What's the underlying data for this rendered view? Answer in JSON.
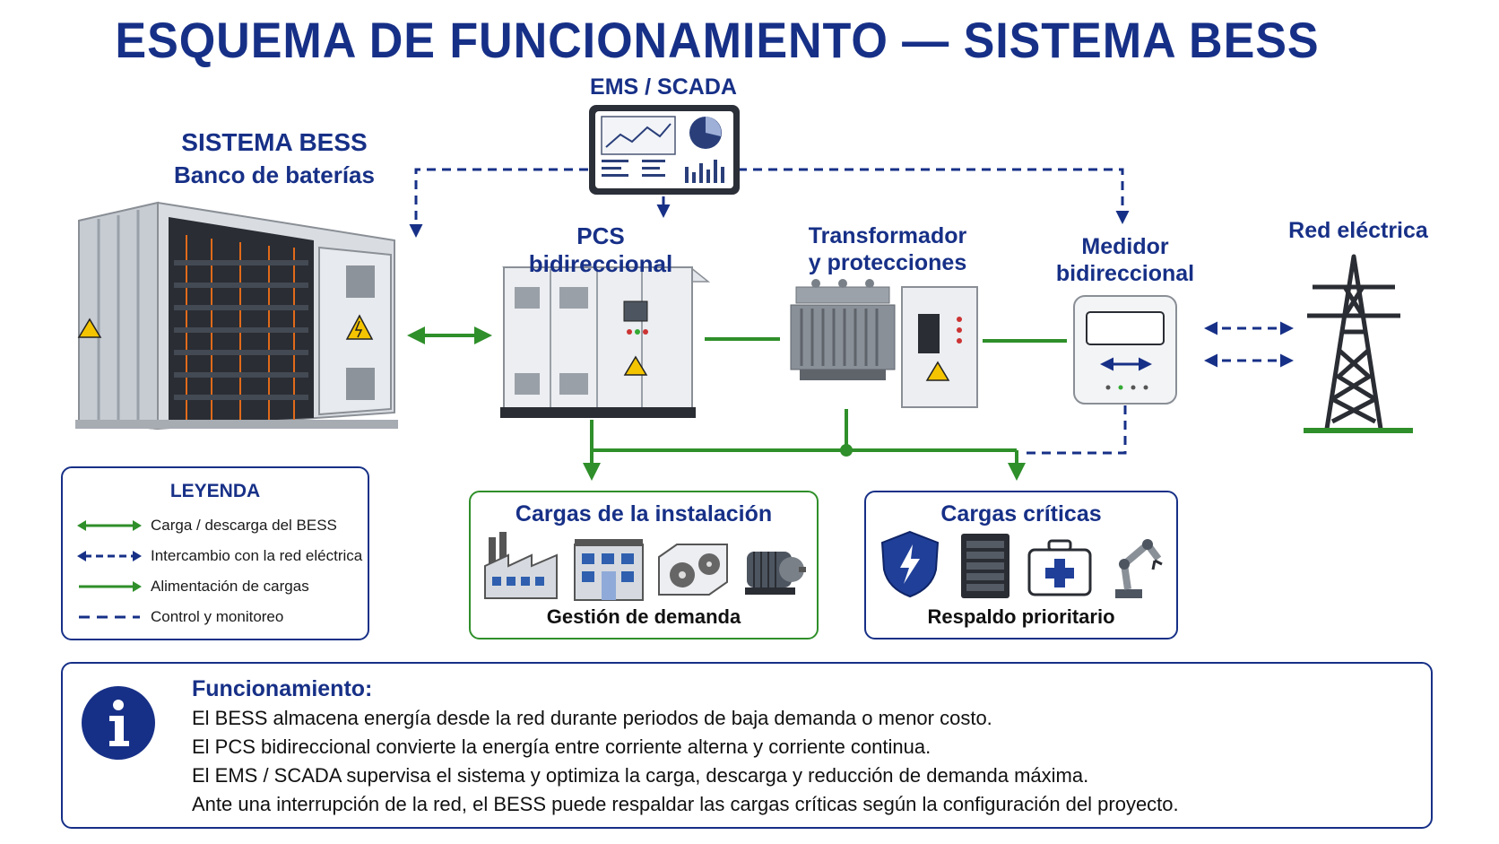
{
  "title": "ESQUEMA DE FUNCIONAMIENTO — SISTEMA BESS",
  "ems": {
    "label": "EMS / SCADA"
  },
  "bess": {
    "title": "SISTEMA BESS",
    "subtitle": "Banco de baterías"
  },
  "pcs": {
    "label": "PCS bidireccional"
  },
  "transformer": {
    "label_line1": "Transformador",
    "label_line2": "y protecciones"
  },
  "meter": {
    "label_line1": "Medidor",
    "label_line2": "bidireccional"
  },
  "grid": {
    "label": "Red eléctrica"
  },
  "legend": {
    "title": "LEYENDA",
    "items": [
      {
        "label": "Carga / descarga del BESS",
        "style": "green-double-arrow"
      },
      {
        "label": "Intercambio con la red eléctrica",
        "style": "blue-dashed-double-arrow"
      },
      {
        "label": "Alimentación de cargas",
        "style": "green-arrow"
      },
      {
        "label": "Control y monitoreo",
        "style": "blue-dashed-line"
      }
    ]
  },
  "loads": {
    "title": "Cargas de la instalación",
    "footer": "Gestión de demanda",
    "icons": [
      "factory-icon",
      "building-icon",
      "hvac-icon",
      "motor-icon"
    ]
  },
  "critical": {
    "title": "Cargas críticas",
    "footer": "Respaldo prioritario",
    "icons": [
      "shield-bolt-icon",
      "server-rack-icon",
      "medical-kit-icon",
      "robot-arm-icon"
    ]
  },
  "info": {
    "title": "Funcionamiento:",
    "lines": [
      "El BESS almacena energía desde la red durante periodos de baja demanda o menor costo.",
      "El PCS bidireccional convierte la energía entre corriente alterna y corriente continua.",
      "El EMS / SCADA supervisa el sistema y optimiza la carga, descarga y reducción de demanda máxima.",
      "Ante una interrupción de la red, el BESS puede respaldar las cargas críticas según la configuración del proyecto."
    ]
  },
  "colors": {
    "navy": "#173087",
    "green": "#2f8f2a",
    "info_icon": "#173087"
  }
}
